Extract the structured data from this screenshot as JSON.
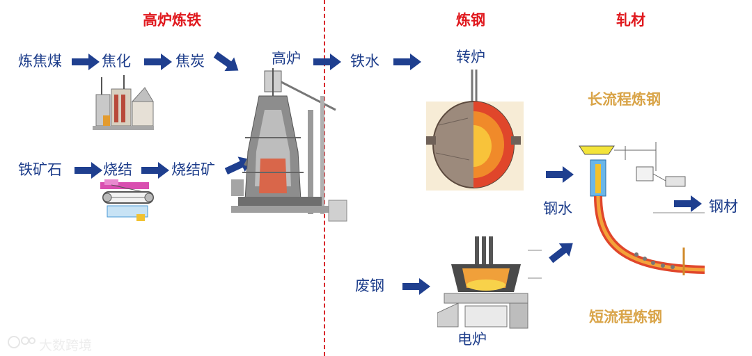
{
  "headers": {
    "blast_furnace_ironmaking": "高炉炼铁",
    "steelmaking": "炼钢",
    "rolling": "轧材"
  },
  "nodes": {
    "coking_coal": "炼焦煤",
    "coking": "焦化",
    "coke": "焦炭",
    "blast_furnace": "高炉",
    "iron_ore": "铁矿石",
    "sintering": "烧结",
    "sinter_ore": "烧结矿",
    "molten_iron": "铁水",
    "converter": "转炉",
    "molten_steel": "钢水",
    "steel_products": "钢材",
    "scrap_steel": "废钢",
    "electric_furnace": "电炉"
  },
  "routes": {
    "long_process": "长流程炼钢",
    "short_process": "短流程炼钢"
  },
  "watermark": "大数跨境",
  "colors": {
    "header_red": "#e0191e",
    "label_blue": "#1c3c8a",
    "arrow_navy": "#1f3f8f",
    "route_gold": "#d9a448",
    "divider_red": "#d8282c"
  }
}
